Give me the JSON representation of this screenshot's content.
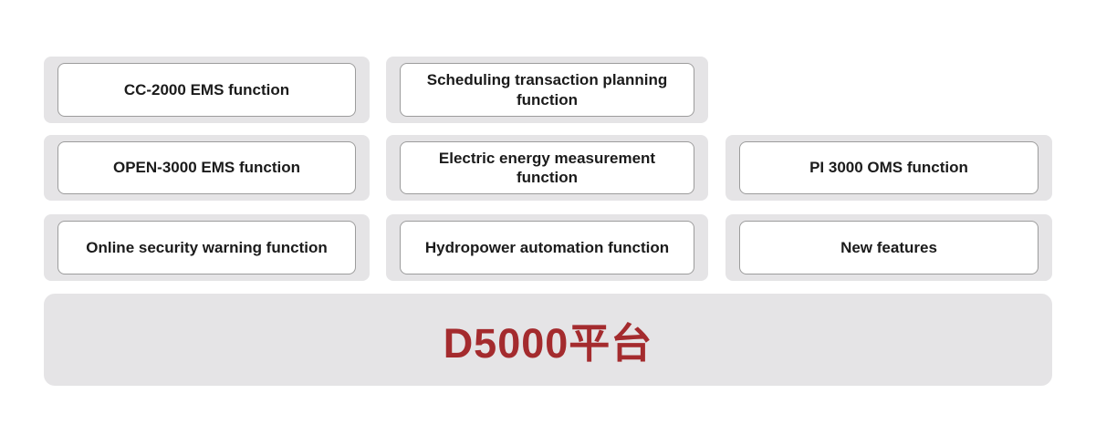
{
  "diagram": {
    "boxes": [
      {
        "label": "CC-2000 EMS function"
      },
      {
        "label": "Scheduling transaction planning function"
      },
      {
        "label": "OPEN-3000 EMS function"
      },
      {
        "label": "Electric energy measurement function"
      },
      {
        "label": "PI 3000 OMS function"
      },
      {
        "label": "Online security warning function"
      },
      {
        "label": "Hydropower automation function"
      },
      {
        "label": "New features"
      }
    ],
    "platform": {
      "label": "D5000平台",
      "text_color": "#a42b2e",
      "bar_color": "#e5e4e6"
    },
    "colors": {
      "container_gray": "#e5e4e6",
      "box_border": "#9c9c9c",
      "box_text": "#1b1b1b",
      "background": "#ffffff"
    }
  }
}
